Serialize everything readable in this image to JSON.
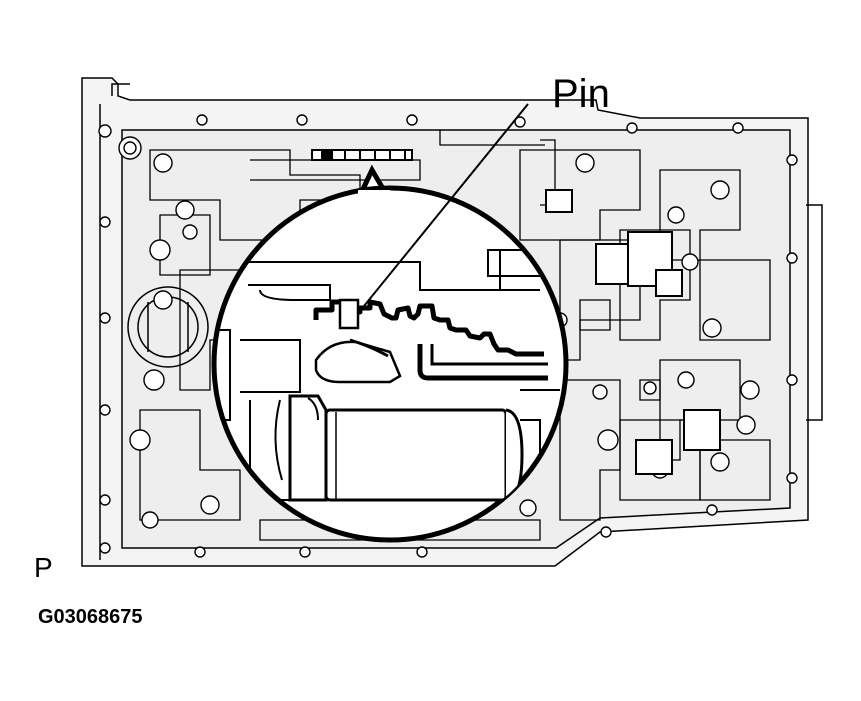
{
  "labels": {
    "callout": "Pin",
    "view_marker": "P",
    "figure_code": "G03068675"
  },
  "colors": {
    "ink": "#000000",
    "paper": "#ffffff",
    "body_shade": "#ededed"
  }
}
